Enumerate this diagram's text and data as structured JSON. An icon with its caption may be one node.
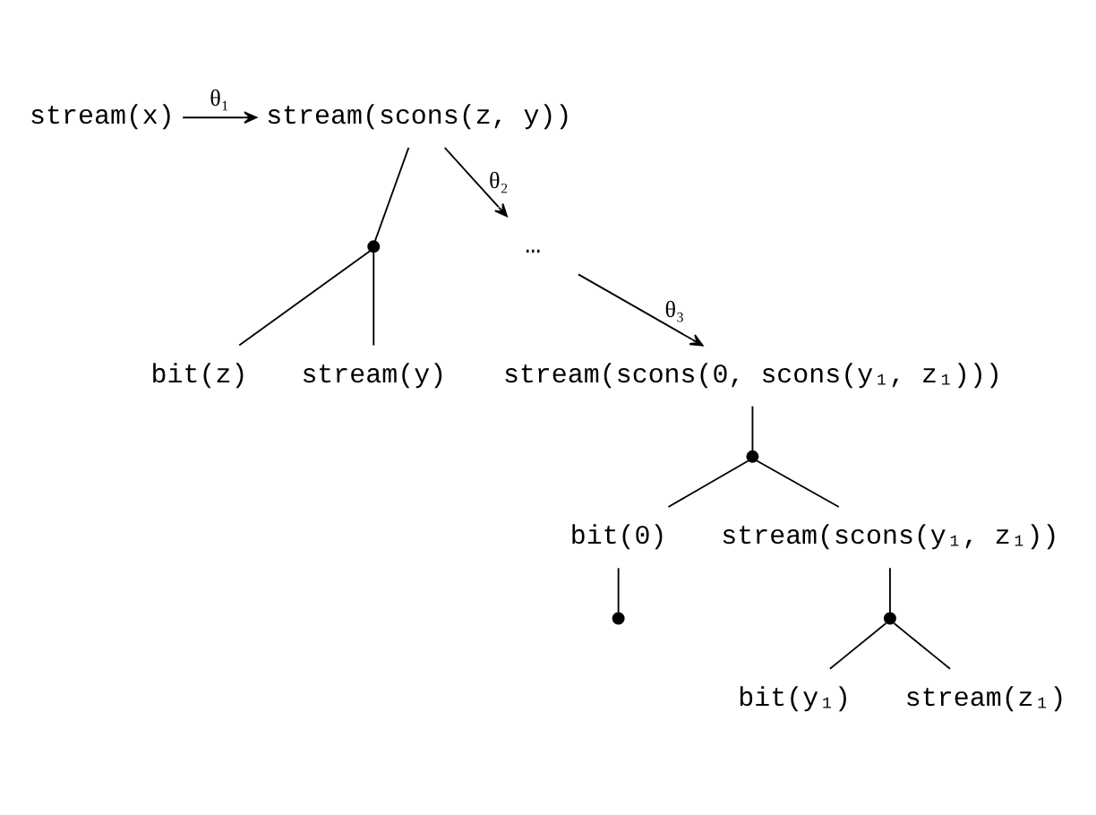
{
  "diagram": {
    "nodes": [
      {
        "text": [
          "stream(x)"
        ]
      },
      {
        "text": [
          "stream(scons(z, y))"
        ]
      },
      {
        "text": [],
        "shape": "circle"
      },
      {
        "text": [
          "bit(z)"
        ]
      },
      {
        "text": [
          "stream(y)"
        ]
      },
      {
        "text": [
          "…"
        ]
      },
      {
        "text": [
          "stream(scons(0, scons(y₁, z₁)))"
        ]
      },
      {
        "text": [],
        "shape": "circle"
      },
      {
        "text": [
          "bit(0)"
        ]
      },
      {
        "text": [
          "stream(scons(y₁, z₁))"
        ]
      },
      {
        "text": [],
        "shape": "circle"
      },
      {
        "text": [],
        "shape": "circle"
      },
      {
        "text": [
          "bit(y₁)"
        ]
      },
      {
        "text": [
          "stream(z₁)"
        ]
      }
    ],
    "edges": [
      {
        "from": 0,
        "to": 1,
        "arrow": "to",
        "label": "θ₁"
      },
      {
        "from": 1,
        "to": 2,
        "arrow": "none"
      },
      {
        "from": 2,
        "to": 3,
        "arrow": "none"
      },
      {
        "from": 2,
        "to": 4,
        "arrow": "none"
      },
      {
        "from": 1,
        "to": 5,
        "arrow": "to",
        "label": "θ₂"
      },
      {
        "from": 5,
        "to": 6,
        "arrow": "to",
        "label": "θ₃"
      },
      {
        "from": 6,
        "to": 7,
        "arrow": "none"
      },
      {
        "from": 7,
        "to": 8,
        "arrow": "none"
      },
      {
        "from": 7,
        "to": 9,
        "arrow": "none"
      },
      {
        "from": 8,
        "to": 10,
        "arrow": "none"
      },
      {
        "from": 9,
        "to": 11,
        "arrow": "none"
      },
      {
        "from": 11,
        "to": 12,
        "arrow": "none"
      },
      {
        "from": 11,
        "to": 13,
        "arrow": "none"
      }
    ]
  }
}
